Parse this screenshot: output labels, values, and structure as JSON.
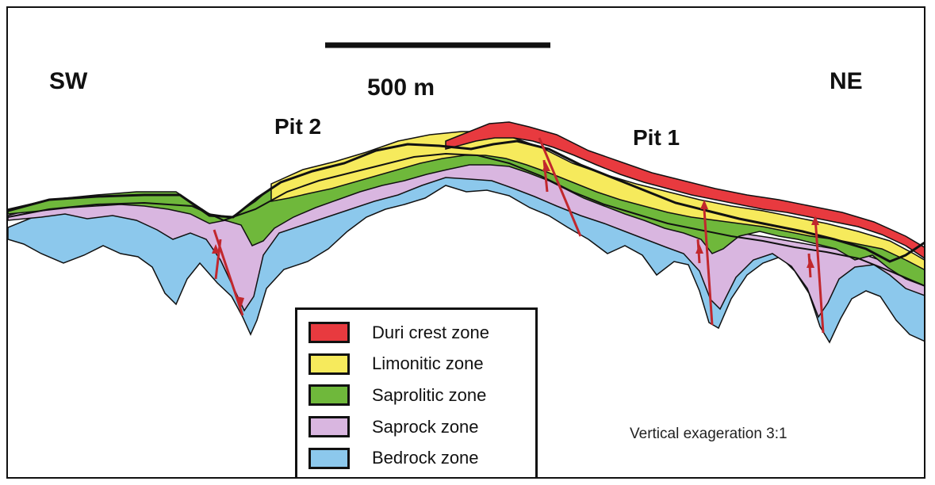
{
  "figure": {
    "direction_left": "SW",
    "direction_right": "NE",
    "scale_bar_label": "500 m",
    "pit_labels": [
      "Pit 2",
      "Pit 1"
    ],
    "vertical_exaggeration": "Vertical exageration 3:1"
  },
  "legend": {
    "items": [
      {
        "label": "Duri crest zone",
        "color": "#e83a3f"
      },
      {
        "label": "Limonitic zone",
        "color": "#f6ea5c"
      },
      {
        "label": "Saprolitic zone",
        "color": "#6fb83b"
      },
      {
        "label": "Saprock zone",
        "color": "#d9b6e0"
      },
      {
        "label": "Bedrock zone",
        "color": "#8cc8ec"
      }
    ]
  },
  "colors": {
    "fault": "#c1272d",
    "outline": "#111111"
  }
}
